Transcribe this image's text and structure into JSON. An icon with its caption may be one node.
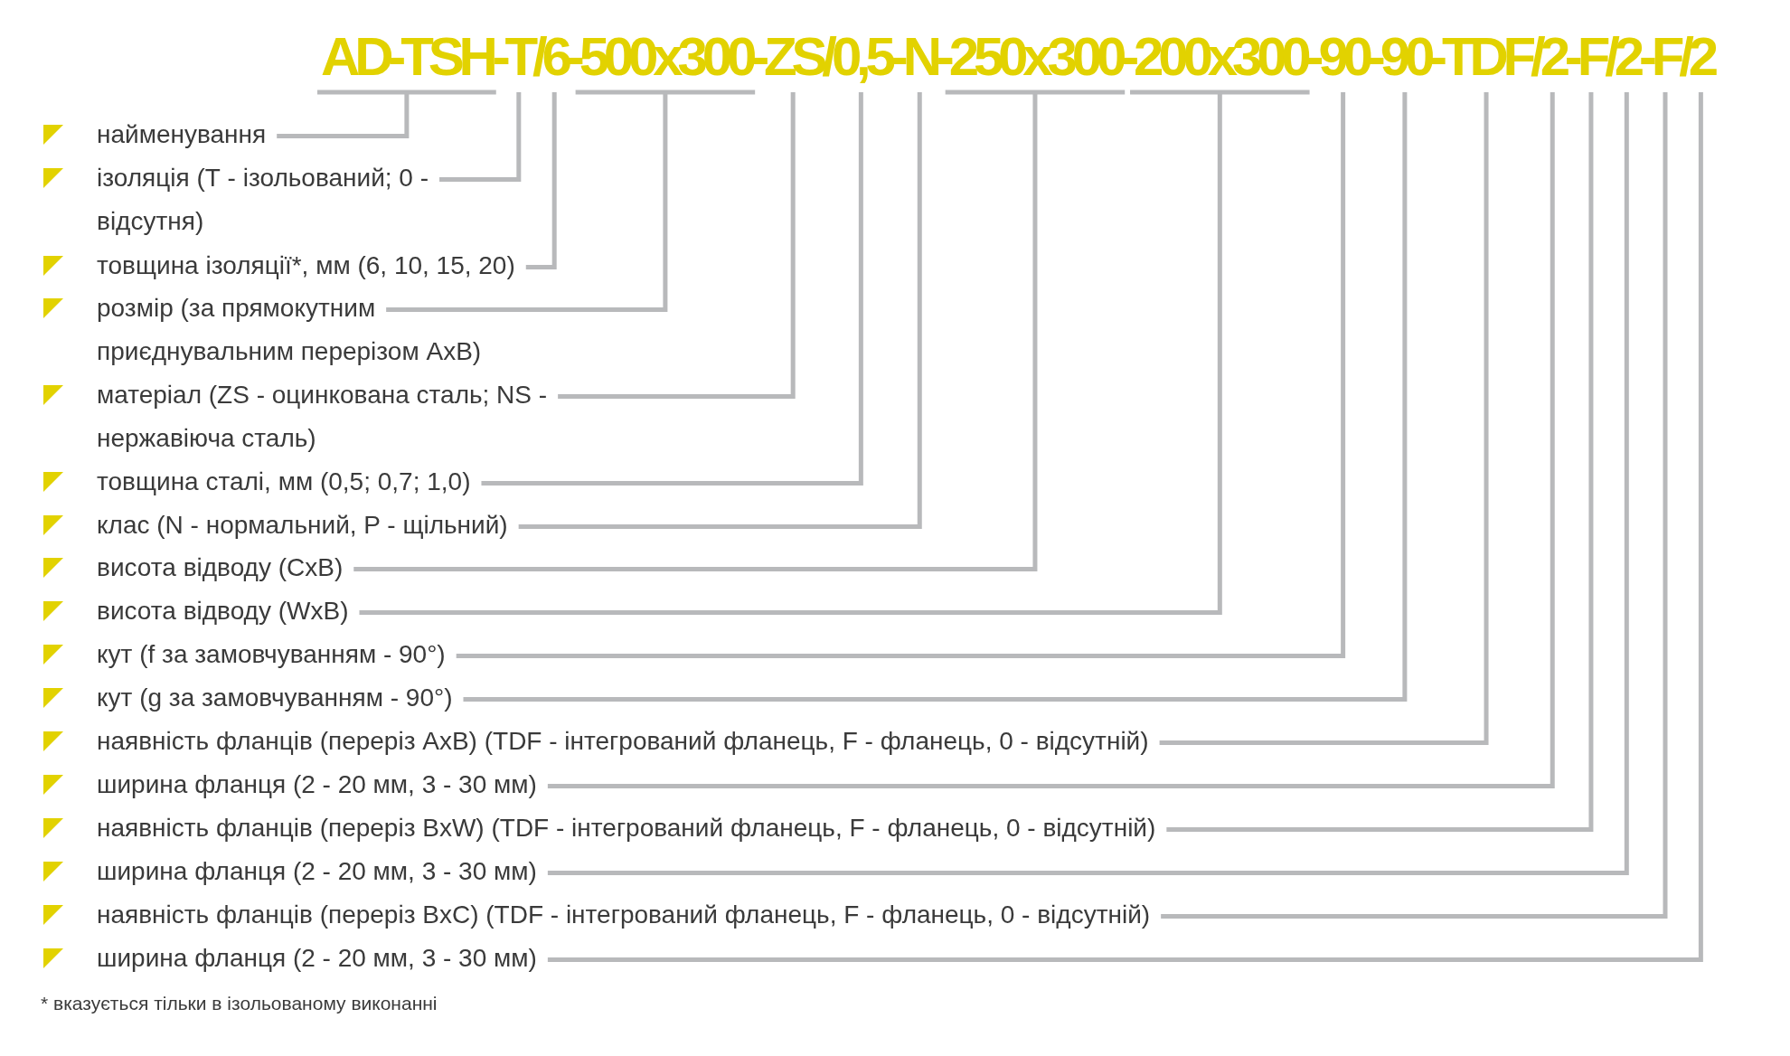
{
  "diagram": {
    "title": "AD-TSH-T/6-500x300-ZS/0,5-N-250x300-200x300-90-90-TDF/2-F/2-F/2",
    "nodes": [
      {
        "text": [
          "найменування"
        ]
      },
      {
        "text": [
          "ізоляція (Т - ізольований; 0 - відсутня)"
        ]
      },
      {
        "text": [
          "товщина ізоляції*, мм (6, 10, 15, 20)"
        ]
      },
      {
        "text": [
          "розмір (за прямокутним приєднувальним перерізом АхВ)"
        ]
      },
      {
        "text": [
          "матеріал (ZS - оцинкована сталь; NS - нержавіюча сталь)"
        ]
      },
      {
        "text": [
          "товщина сталі, мм (0,5; 0,7; 1,0)"
        ]
      },
      {
        "text": [
          "клас (N - нормальний, P - щільний)"
        ]
      },
      {
        "text": [
          "висота відводу (CxB)"
        ]
      },
      {
        "text": [
          "висота відводу (WxB)"
        ]
      },
      {
        "text": [
          "кут (f за замовчуванням - 90°)"
        ]
      },
      {
        "text": [
          "кут (g за замовчуванням - 90°)"
        ]
      },
      {
        "text": [
          "наявність фланців (переріз AxB) (TDF - інтегрований фланець, F - фланець, 0 - відсутній)"
        ]
      },
      {
        "text": [
          "ширина фланця (2 - 20 мм, 3 - 30 мм)"
        ]
      },
      {
        "text": [
          "наявність фланців (переріз BxW) (TDF - інтегрований фланець, F - фланець, 0 - відсутній)"
        ]
      },
      {
        "text": [
          "ширина фланця (2 - 20 мм, 3 - 30 мм)"
        ]
      },
      {
        "text": [
          "наявність фланців (переріз BxC) (TDF - інтегрований фланець, F - фланець, 0 - відсутній)"
        ]
      },
      {
        "text": [
          "ширина фланця (2 - 20 мм, 3 - 30 мм)"
        ]
      }
    ],
    "edges": [
      {
        "from": 0,
        "to": null,
        "arrow": "none"
      },
      {
        "from": 1,
        "to": null,
        "arrow": "none"
      },
      {
        "from": 2,
        "to": null,
        "arrow": "none"
      },
      {
        "from": 3,
        "to": null,
        "arrow": "none"
      },
      {
        "from": 4,
        "to": null,
        "arrow": "none"
      },
      {
        "from": 5,
        "to": null,
        "arrow": "none"
      },
      {
        "from": 6,
        "to": null,
        "arrow": "none"
      },
      {
        "from": 7,
        "to": null,
        "arrow": "none"
      },
      {
        "from": 8,
        "to": null,
        "arrow": "none"
      },
      {
        "from": 9,
        "to": null,
        "arrow": "none"
      },
      {
        "from": 10,
        "to": null,
        "arrow": "none"
      },
      {
        "from": 11,
        "to": null,
        "arrow": "none"
      },
      {
        "from": 12,
        "to": null,
        "arrow": "none"
      },
      {
        "from": 13,
        "to": null,
        "arrow": "none"
      },
      {
        "from": 14,
        "to": null,
        "arrow": "none"
      },
      {
        "from": 15,
        "to": null,
        "arrow": "none"
      },
      {
        "from": 16,
        "to": null,
        "arrow": "none"
      }
    ],
    "labels": [
      "* вказується тільки в ізольованому виконанні"
    ]
  }
}
